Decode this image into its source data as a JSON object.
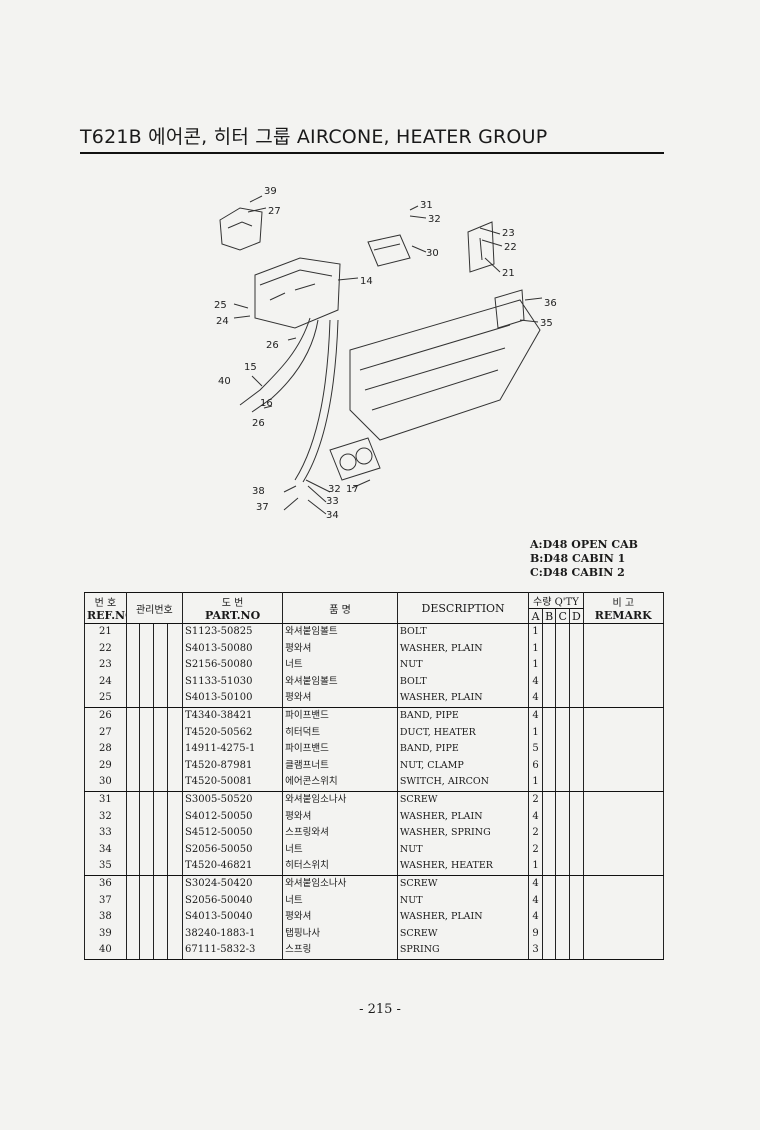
{
  "header": {
    "title": "T621B 에어콘, 히터 그룹 AIRCONE, HEATER GROUP"
  },
  "diagram": {
    "callouts": [
      "39",
      "27",
      "31",
      "32",
      "23",
      "22",
      "30",
      "21",
      "14",
      "36",
      "25",
      "24",
      "35",
      "26",
      "15",
      "40",
      "16",
      "26",
      "32",
      "17",
      "38",
      "33",
      "37",
      "34"
    ]
  },
  "legend": {
    "a": "A:D48 OPEN CAB",
    "b": "B:D48 CABIN 1",
    "c": "C:D48 CABIN 2"
  },
  "table": {
    "headers": {
      "ref_kor": "번 호",
      "ref_eng": "REF.NO",
      "mgmt": "관리번호",
      "part_kor": "도 번",
      "part_eng": "PART.NO",
      "name_kor": "품 명",
      "desc": "DESCRIPTION",
      "qty": "수량 Q'TY",
      "qa": "A",
      "qb": "B",
      "qc": "C",
      "qd": "D",
      "remark_kor": "비 고",
      "remark_eng": "REMARK"
    },
    "rows": [
      {
        "ref": "21",
        "part": "S1123-50825",
        "kname": "와셔붙임볼트",
        "desc": "BOLT",
        "qty": "1"
      },
      {
        "ref": "22",
        "part": "S4013-50080",
        "kname": "평와셔",
        "desc": "WASHER, PLAIN",
        "qty": "1"
      },
      {
        "ref": "23",
        "part": "S2156-50080",
        "kname": "너트",
        "desc": "NUT",
        "qty": "1"
      },
      {
        "ref": "24",
        "part": "S1133-51030",
        "kname": "와셔붙임볼트",
        "desc": "BOLT",
        "qty": "4"
      },
      {
        "ref": "25",
        "part": "S4013-50100",
        "kname": "평와셔",
        "desc": "WASHER, PLAIN",
        "qty": "4"
      },
      {
        "ref": "26",
        "part": "T4340-38421",
        "kname": "파이프밴드",
        "desc": "BAND, PIPE",
        "qty": "4"
      },
      {
        "ref": "27",
        "part": "T4520-50562",
        "kname": "히터덕트",
        "desc": "DUCT, HEATER",
        "qty": "1"
      },
      {
        "ref": "28",
        "part": "14911-4275-1",
        "kname": "파이프밴드",
        "desc": "BAND, PIPE",
        "qty": "5"
      },
      {
        "ref": "29",
        "part": "T4520-87981",
        "kname": "클램프너트",
        "desc": "NUT, CLAMP",
        "qty": "6"
      },
      {
        "ref": "30",
        "part": "T4520-50081",
        "kname": "에어콘스위치",
        "desc": "SWITCH, AIRCON",
        "qty": "1"
      },
      {
        "ref": "31",
        "part": "S3005-50520",
        "kname": "와셔붙임소나사",
        "desc": "SCREW",
        "qty": "2"
      },
      {
        "ref": "32",
        "part": "S4012-50050",
        "kname": "평와셔",
        "desc": "WASHER, PLAIN",
        "qty": "4"
      },
      {
        "ref": "33",
        "part": "S4512-50050",
        "kname": "스프링와셔",
        "desc": "WASHER, SPRING",
        "qty": "2"
      },
      {
        "ref": "34",
        "part": "S2056-50050",
        "kname": "너트",
        "desc": "NUT",
        "qty": "2"
      },
      {
        "ref": "35",
        "part": "T4520-46821",
        "kname": "히터스위치",
        "desc": "WASHER, HEATER",
        "qty": "1"
      },
      {
        "ref": "36",
        "part": "S3024-50420",
        "kname": "와셔붙임소나사",
        "desc": "SCREW",
        "qty": "4"
      },
      {
        "ref": "37",
        "part": "S2056-50040",
        "kname": "너트",
        "desc": "NUT",
        "qty": "4"
      },
      {
        "ref": "38",
        "part": "S4013-50040",
        "kname": "평와셔",
        "desc": "WASHER, PLAIN",
        "qty": "4"
      },
      {
        "ref": "39",
        "part": "38240-1883-1",
        "kname": "탭핑나사",
        "desc": "SCREW",
        "qty": "9"
      },
      {
        "ref": "40",
        "part": "67111-5832-3",
        "kname": "스프링",
        "desc": "SPRING",
        "qty": "3"
      }
    ]
  },
  "footer": {
    "page": "- 215 -"
  }
}
